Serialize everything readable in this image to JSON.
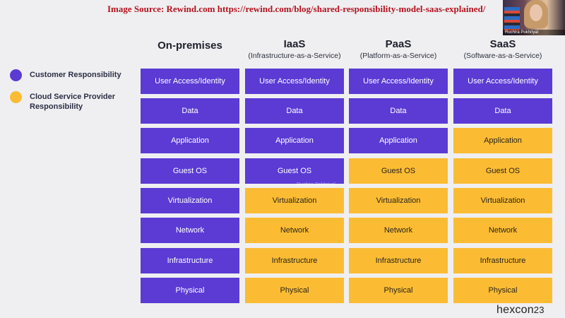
{
  "source_caption": "Image Source: Rewind.com https://rewind.com/blog/shared-responsibility-model-saas-explained/",
  "presenter_name": "Ruchira Pokhriyal",
  "legend": [
    {
      "label": "Customer Responsibility",
      "color": "#5b3bd4"
    },
    {
      "label": "Cloud Service Provider Responsibility",
      "color": "#fbbc34"
    }
  ],
  "columns": [
    {
      "title": "On-premises",
      "subtitle": "",
      "provider_from_index": 8
    },
    {
      "title": "IaaS",
      "subtitle": "(Infrastructure-as-a-Service)",
      "provider_from_index": 4
    },
    {
      "title": "PaaS",
      "subtitle": "(Platform-as-a-Service)",
      "provider_from_index": 3
    },
    {
      "title": "SaaS",
      "subtitle": "(Software-as-a-Service)",
      "provider_from_index": 2
    }
  ],
  "layers": [
    "User Access/Identity",
    "Data",
    "Application",
    "Guest OS",
    "Virtualization",
    "Network",
    "Infrastructure",
    "Physical"
  ],
  "watermark": "Ruchira Pokhriyal",
  "logo": {
    "text": "hexcon",
    "number": "23"
  }
}
